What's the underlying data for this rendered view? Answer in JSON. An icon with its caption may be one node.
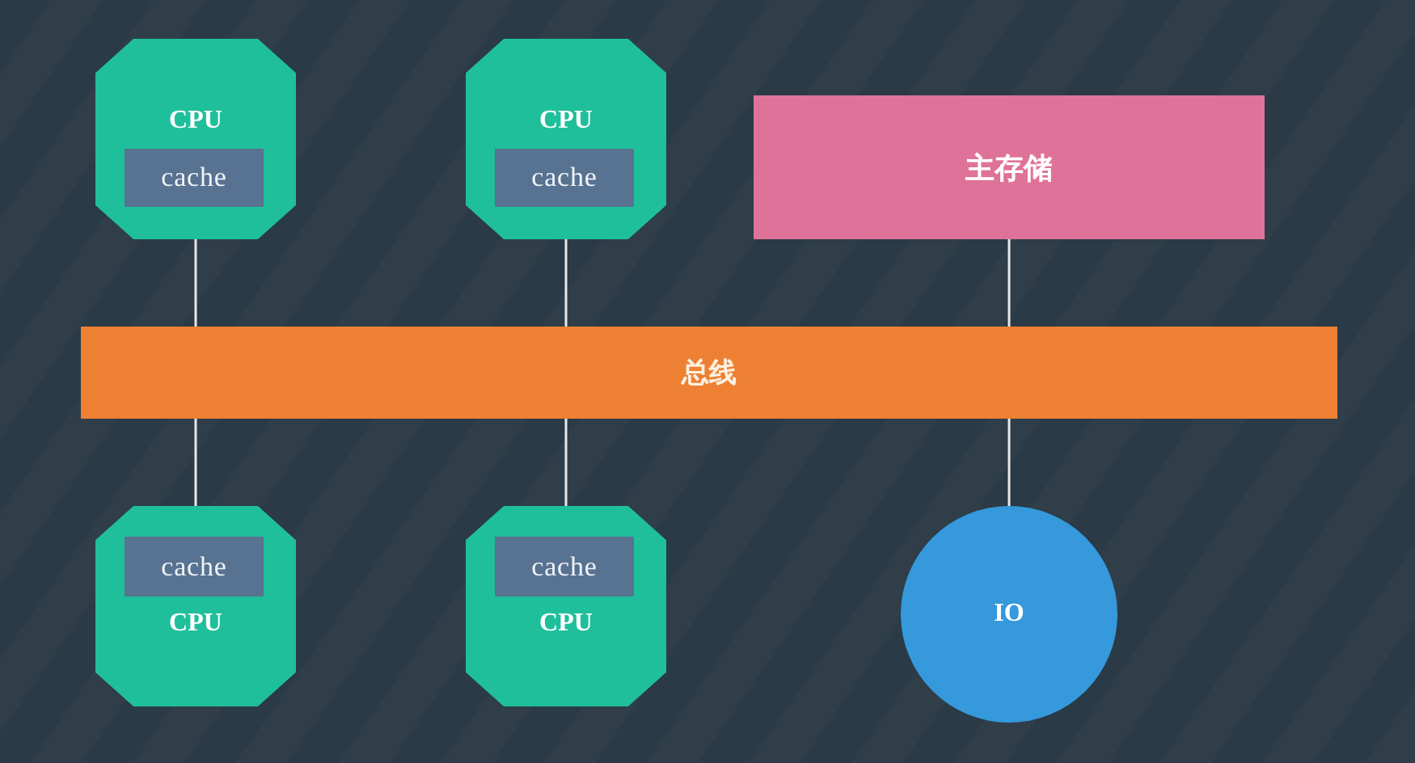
{
  "diagram": {
    "nodes": [
      {
        "text": [
          "CPU"
        ]
      },
      {
        "text": [
          "cache"
        ],
        "in": 0
      },
      {
        "text": [
          "CPU"
        ]
      },
      {
        "text": [
          "cache"
        ],
        "in": 2
      },
      {
        "text": [
          "主存储"
        ]
      },
      {
        "text": [
          "总线"
        ]
      },
      {
        "text": [
          "CPU"
        ]
      },
      {
        "text": [
          "cache"
        ],
        "in": 6
      },
      {
        "text": [
          "CPU"
        ]
      },
      {
        "text": [
          "cache"
        ],
        "in": 8
      },
      {
        "text": [
          "IO"
        ]
      }
    ],
    "edges": [
      {
        "from": 0,
        "to": 5,
        "arrow": "none"
      },
      {
        "from": 2,
        "to": 5,
        "arrow": "none"
      },
      {
        "from": 4,
        "to": 5,
        "arrow": "none"
      },
      {
        "from": 5,
        "to": 6,
        "arrow": "none"
      },
      {
        "from": 5,
        "to": 8,
        "arrow": "none"
      },
      {
        "from": 5,
        "to": 10,
        "arrow": "none"
      }
    ]
  }
}
